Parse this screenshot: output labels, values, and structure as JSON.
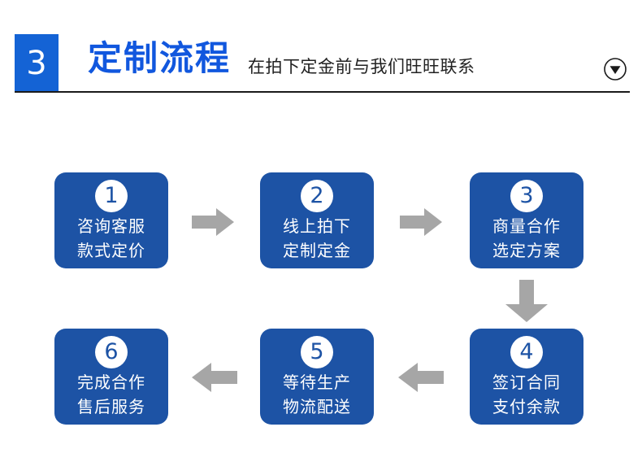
{
  "header": {
    "badge_number": "3",
    "title": "定制流程",
    "subtitle": "在拍下定金前与我们旺旺联系",
    "chevron_icon": "chevron-down-circle-icon",
    "accent_color": "#1157DE",
    "badge_color": "#1463D5",
    "rule_color": "#1a1a1a"
  },
  "flow": {
    "box_color": "#1D53A5",
    "arrow_color": "#A6A6A6",
    "steps": [
      {
        "number": "1",
        "line1": "咨询客服",
        "line2": "款式定价"
      },
      {
        "number": "2",
        "line1": "线上拍下",
        "line2": "定制定金"
      },
      {
        "number": "3",
        "line1": "商量合作",
        "line2": "选定方案"
      },
      {
        "number": "4",
        "line1": "签订合同",
        "line2": "支付余款"
      },
      {
        "number": "5",
        "line1": "等待生产",
        "line2": "物流配送"
      },
      {
        "number": "6",
        "line1": "完成合作",
        "line2": "售后服务"
      }
    ],
    "arrows": [
      {
        "name": "arrow-step1-to-step2",
        "direction": "right"
      },
      {
        "name": "arrow-step2-to-step3",
        "direction": "right"
      },
      {
        "name": "arrow-step3-to-step4",
        "direction": "down"
      },
      {
        "name": "arrow-step4-to-step5",
        "direction": "left"
      },
      {
        "name": "arrow-step5-to-step6",
        "direction": "left"
      }
    ]
  }
}
